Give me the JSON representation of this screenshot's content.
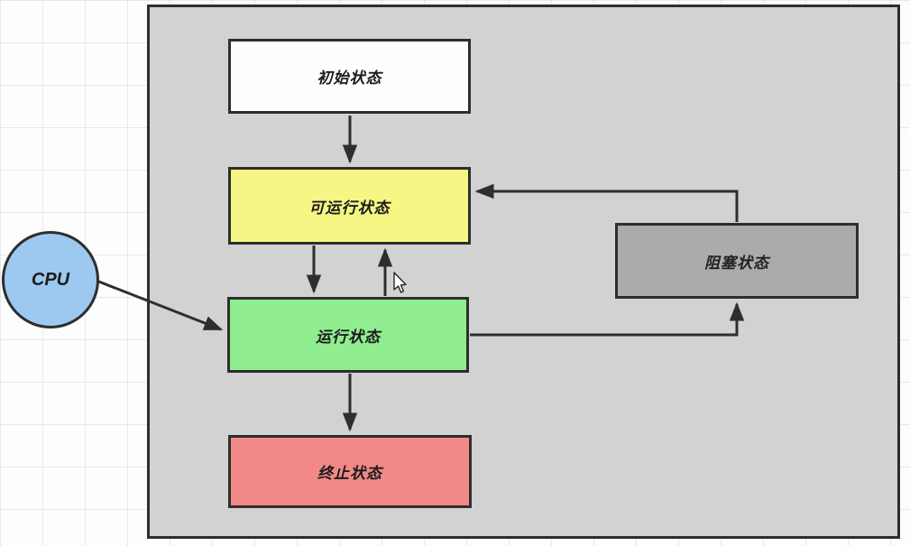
{
  "diagram": {
    "description_domain": "thread state transition diagram",
    "nodes": {
      "initial": {
        "label": "初始状态",
        "fill": "#fefefe",
        "shape": "rect"
      },
      "runnable": {
        "label": "可运行状态",
        "fill": "#f6f685",
        "shape": "rect"
      },
      "running": {
        "label": "运行状态",
        "fill": "#90ee90",
        "shape": "rect"
      },
      "terminated": {
        "label": "终止状态",
        "fill": "#f18989",
        "shape": "rect"
      },
      "blocked": {
        "label": "阻塞状态",
        "fill": "#ababab",
        "shape": "rect"
      },
      "cpu": {
        "label": "CPU",
        "fill": "#9dc9f1",
        "shape": "circle"
      }
    },
    "edges": [
      {
        "from": "initial",
        "to": "runnable"
      },
      {
        "from": "runnable",
        "to": "running"
      },
      {
        "from": "running",
        "to": "runnable"
      },
      {
        "from": "running",
        "to": "terminated"
      },
      {
        "from": "running",
        "to": "blocked"
      },
      {
        "from": "blocked",
        "to": "runnable"
      },
      {
        "from": "cpu",
        "to": "running"
      }
    ],
    "colors": {
      "canvas_background": "#d2d2d2",
      "page_background": "#fdfdfd",
      "stroke": "#2e2e2e"
    }
  }
}
